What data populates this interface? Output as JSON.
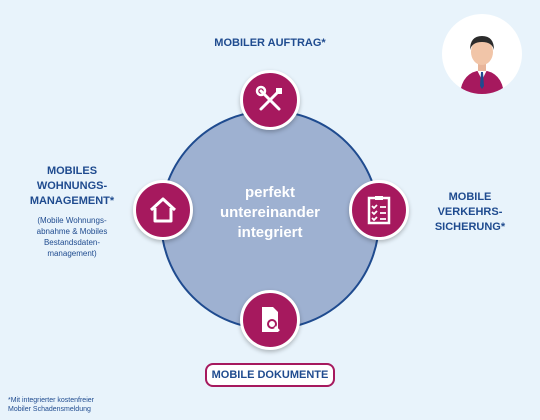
{
  "top_label": "MOBILER AUFTRAG*",
  "left_label": "MOBILES\nWOHNUNGS-\nMANAGEMENT*",
  "left_sublabel": "(Mobile Wohnungs-\nabnahme & Mobiles\nBestandsdaten-\nmanagement)",
  "right_label": "MOBILE\nVERKEHRS-\nSICHERUNG*",
  "bottom_label": "MOBILE DOKUMENTE",
  "center_text": "perfekt\nuntereinander\nintegriert",
  "footnote": "*Mit integrierter kostenfreier\nMobiler Schadensmeldung",
  "colors": {
    "accent": "#a6195e",
    "primary": "#1f4b8f",
    "circle_fill": "#9eb1d1",
    "background": "#e8f3fb"
  },
  "icons": {
    "top": "tools-icon",
    "left": "house-icon",
    "right": "checklist-icon",
    "bottom": "document-search-icon",
    "corner": "businessman-avatar"
  }
}
